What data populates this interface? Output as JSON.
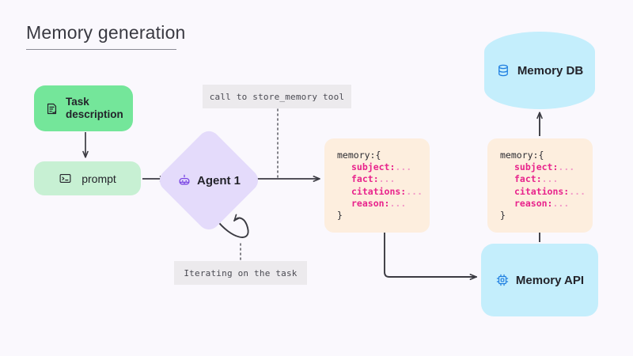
{
  "page": {
    "title": "Memory generation",
    "background_color": "#faf8fd"
  },
  "nodes": {
    "task": {
      "label": "Task\ndescription",
      "icon": "document-check-icon",
      "color": "#74e69a"
    },
    "prompt": {
      "label": "prompt",
      "icon": "terminal-icon",
      "color": "#c7f0d3"
    },
    "agent": {
      "label": "Agent 1",
      "icon": "robot-icon",
      "color": "#e4dbfb",
      "icon_color": "#7b46e3"
    },
    "memory_1": {
      "open": "memory:{",
      "keys": [
        "subject:",
        "fact:",
        "citations:",
        "reason:"
      ],
      "ellipsis": "...",
      "close": "}",
      "color": "#fdeede",
      "key_color": "#e8238c"
    },
    "memory_2": {
      "open": "memory:{",
      "keys": [
        "subject:",
        "fact:",
        "citations:",
        "reason:"
      ],
      "ellipsis": "...",
      "close": "}",
      "color": "#fdeede",
      "key_color": "#e8238c"
    },
    "memory_db": {
      "label": "Memory DB",
      "icon": "database-icon",
      "color": "#c4eefc",
      "icon_color": "#1f7fe0"
    },
    "memory_api": {
      "label": "Memory API",
      "icon": "chip-icon",
      "color": "#c4eefc",
      "icon_color": "#1f7fe0"
    }
  },
  "annotations": {
    "tool_call": "call to store_memory tool",
    "iterating": "Iterating on the task"
  }
}
